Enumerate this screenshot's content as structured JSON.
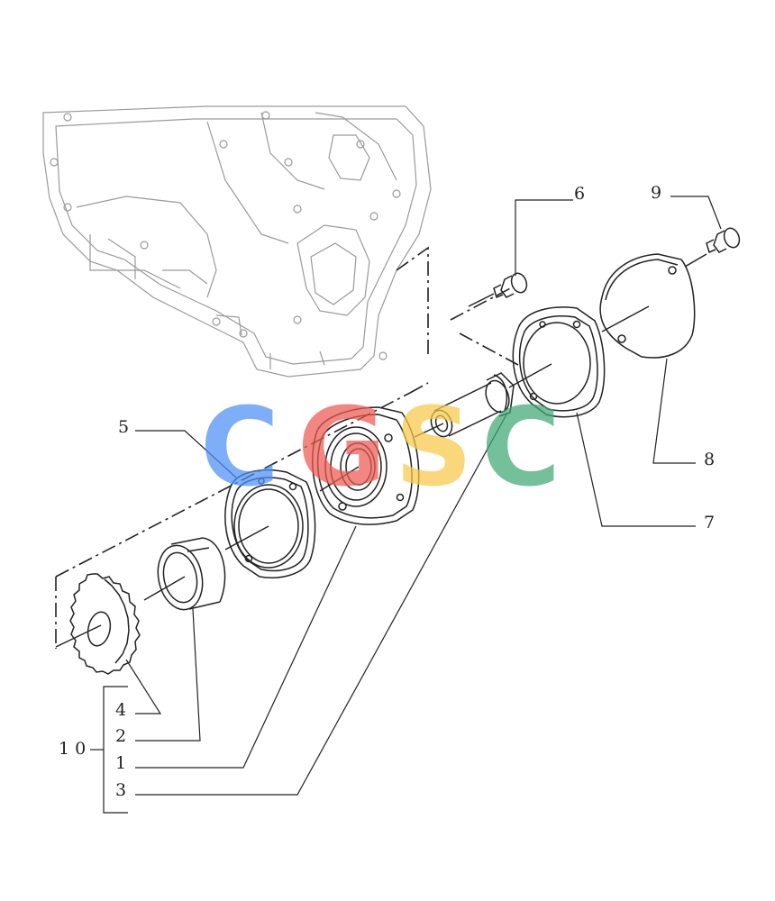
{
  "callouts": {
    "c1": "1",
    "c2": "2",
    "c3": "3",
    "c4": "4",
    "c5": "5",
    "c6": "6",
    "c7": "7",
    "c8": "8",
    "c9": "9",
    "c10": "1 0"
  },
  "watermark": {
    "text": "CGSC",
    "letters": [
      "C",
      "G",
      "S",
      "C"
    ],
    "colors": [
      "#4d90f5",
      "#ee5a52",
      "#f7c948",
      "#3fa876"
    ]
  },
  "colors": {
    "line": "#222222",
    "housing": "#9a9a9a"
  }
}
